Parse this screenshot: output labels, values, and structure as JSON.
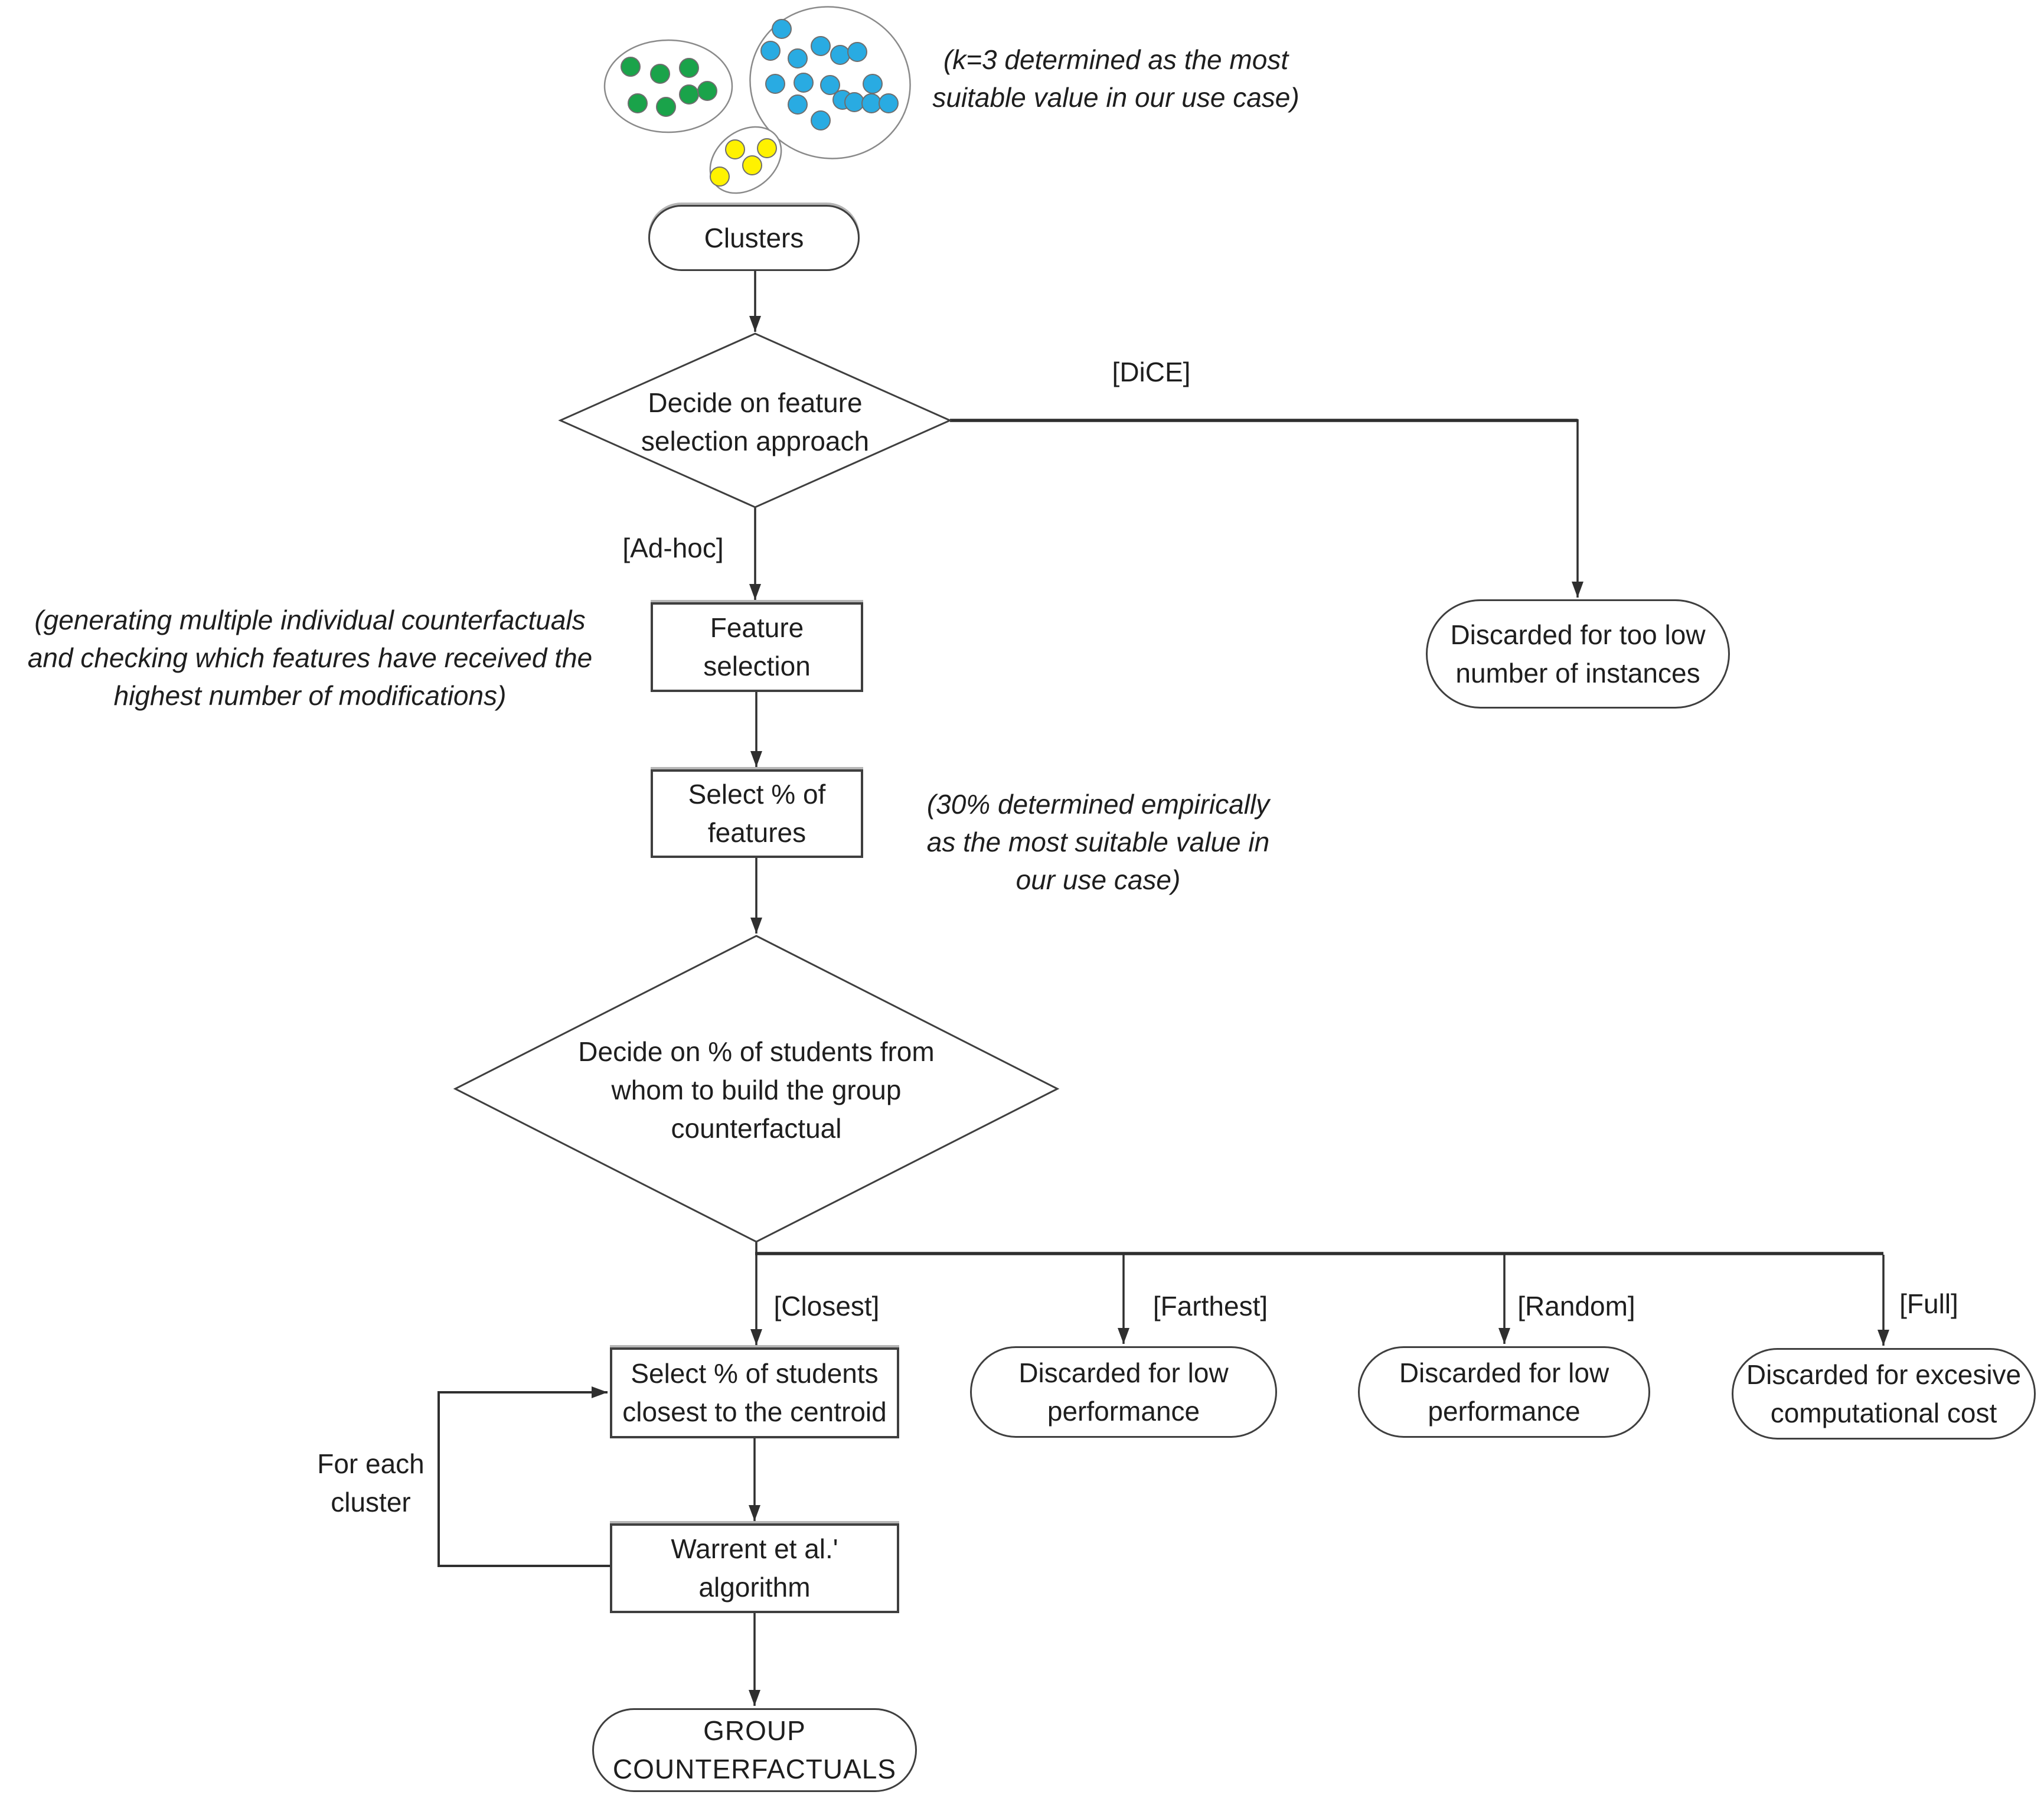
{
  "annotations": {
    "k3": "(k=3 determined as the most\nsuitable value in our use case)",
    "adhoc": "(generating multiple individual counterfactuals\nand checking which features have received the\nhighest number of modifications)",
    "pct30": "(30% determined empirically\nas the most suitable value in\nour use case)"
  },
  "flow": {
    "start": "Clusters",
    "decision1": "Decide on feature\nselection approach",
    "branch_dice": "[DiCE]",
    "branch_adhoc": "[Ad-hoc]",
    "discard_instances": "Discarded for too low\nnumber of instances",
    "feature_selection": "Feature\nselection",
    "select_pct_features": "Select % of\nfeatures",
    "decision2": "Decide on % of students from\nwhom to build the group\ncounterfactual",
    "branch_closest": "[Closest]",
    "branch_farthest": "[Farthest]",
    "branch_random": "[Random]",
    "branch_full": "[Full]",
    "select_students": "Select % of students\nclosest to the centroid",
    "discard_low_1": "Discarded for low\nperformance",
    "discard_low_2": "Discarded for low\nperformance",
    "discard_cost": "Discarded for excesive\ncomputational cost",
    "loop_label": "For each\ncluster",
    "warren_algorithm": "Warrent et al.'\nalgorithm",
    "end": "GROUP\nCOUNTERFACTUALS"
  },
  "illustration": {
    "outline_color": "#8a8a8a",
    "dot_stroke": "#6e6e6e",
    "dot_radius": 16,
    "clusters": [
      {
        "name": "green-cluster",
        "color": "#1aa34a",
        "ellipse": [
          1132,
          146,
          108,
          78,
          0
        ],
        "dots": [
          [
            1068,
            113
          ],
          [
            1118,
            125
          ],
          [
            1167,
            115
          ],
          [
            1080,
            175
          ],
          [
            1128,
            181
          ],
          [
            1167,
            160
          ],
          [
            1198,
            154
          ]
        ]
      },
      {
        "name": "blue-cluster",
        "color": "#29abe2",
        "ellipse": [
          1406,
          140,
          136,
          128,
          14
        ],
        "dots": [
          [
            1324,
            49
          ],
          [
            1305,
            86
          ],
          [
            1351,
            99
          ],
          [
            1390,
            78
          ],
          [
            1423,
            93
          ],
          [
            1452,
            88
          ],
          [
            1313,
            142
          ],
          [
            1361,
            140
          ],
          [
            1406,
            144
          ],
          [
            1478,
            142
          ],
          [
            1351,
            177
          ],
          [
            1427,
            169
          ],
          [
            1447,
            173
          ],
          [
            1476,
            175
          ],
          [
            1505,
            175
          ],
          [
            1390,
            204
          ]
        ]
      },
      {
        "name": "yellow-cluster",
        "color": "#fff200",
        "ellipse": [
          1263,
          271,
          66,
          49,
          -38
        ],
        "dots": [
          [
            1245,
            253
          ],
          [
            1299,
            251
          ],
          [
            1274,
            280
          ],
          [
            1219,
            299
          ]
        ]
      }
    ]
  },
  "colors": {
    "line": "#2f2f2f",
    "border": "#3f3f3f",
    "text": "#1e1e1e",
    "outline": "#8a8a8a"
  }
}
